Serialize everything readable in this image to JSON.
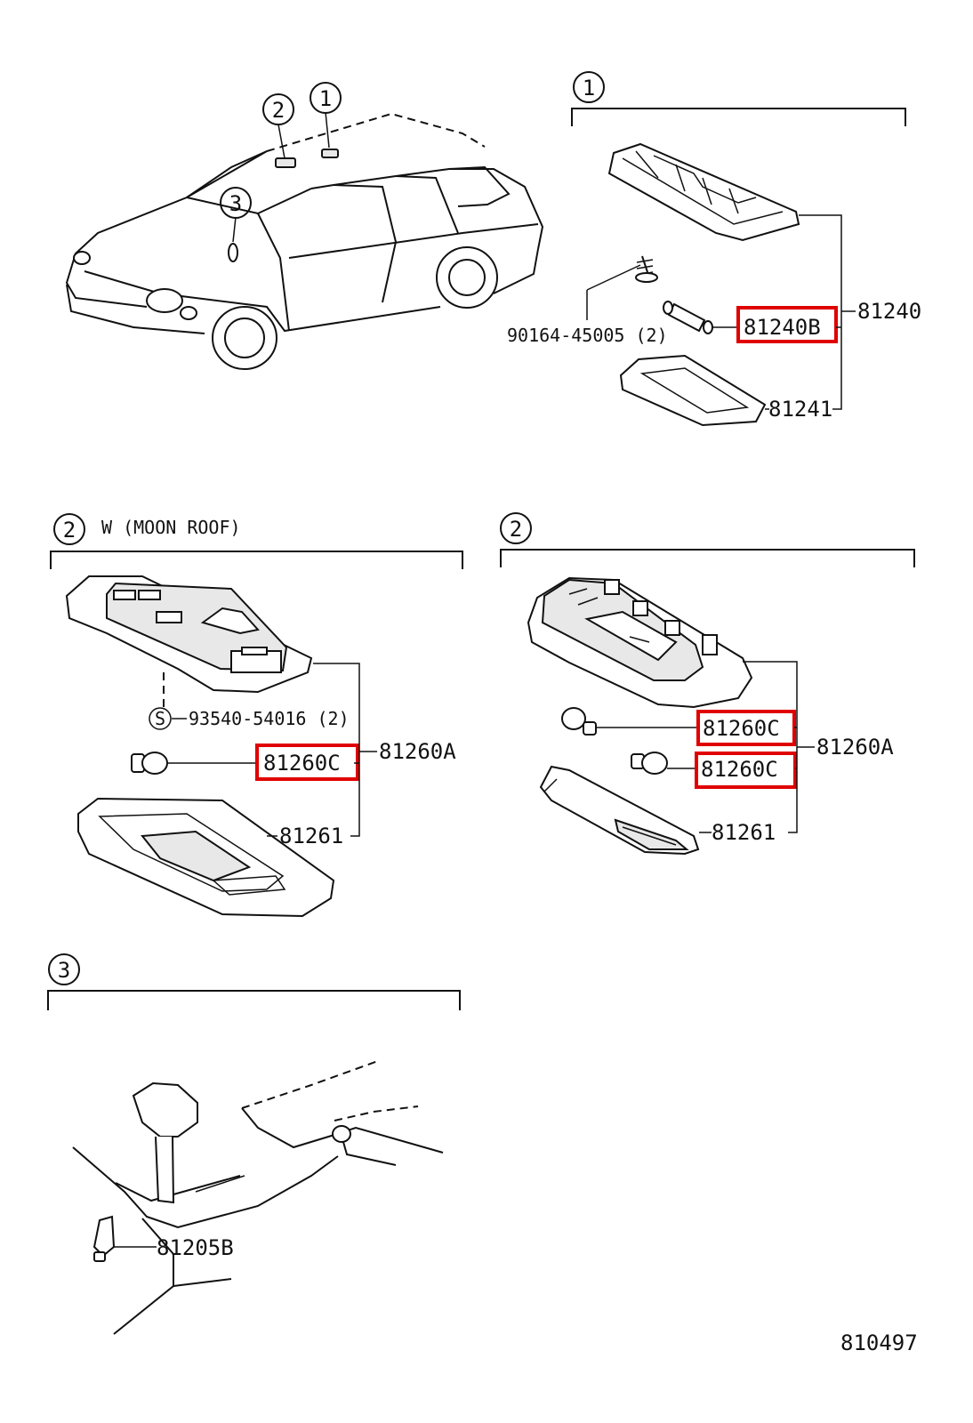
{
  "diagram_id": "810497",
  "colors": {
    "line": "#111111",
    "highlight": "#e00000",
    "background": "#ffffff"
  },
  "car_callouts": [
    "2",
    "1",
    "3"
  ],
  "section1": {
    "number": "1",
    "labels": {
      "assembly": "81240",
      "bulb": "81240B",
      "screw": "90164-45005 (2)",
      "lens": "81241"
    }
  },
  "section2_left": {
    "number": "2",
    "title": "W (MOON  ROOF)",
    "labels": {
      "screw": "93540-54016 (2)",
      "screw_symbol": "S",
      "bulb": "81260C",
      "assembly": "81260A",
      "lens": "81261"
    }
  },
  "section2_right": {
    "number": "2",
    "labels": {
      "bulb_top": "81260C",
      "bulb_bottom": "81260C",
      "assembly": "81260A",
      "lens": "81261"
    }
  },
  "section3": {
    "number": "3",
    "labels": {
      "bulb": "81205B"
    }
  }
}
